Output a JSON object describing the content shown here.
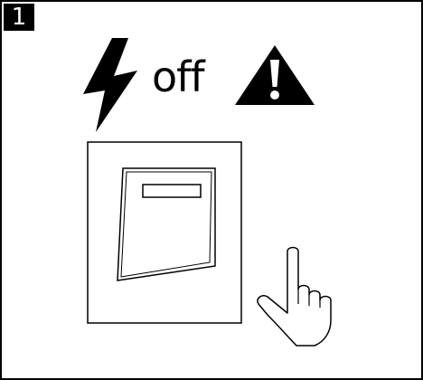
{
  "step": {
    "number": "1"
  },
  "power": {
    "state_text": "off"
  },
  "icons": {
    "power": "lightning-bolt-icon",
    "warning": "warning-triangle-icon",
    "switch": "wall-rocker-switch",
    "hand": "pointing-hand-icon"
  },
  "colors": {
    "ink": "#000000",
    "paper": "#ffffff"
  }
}
